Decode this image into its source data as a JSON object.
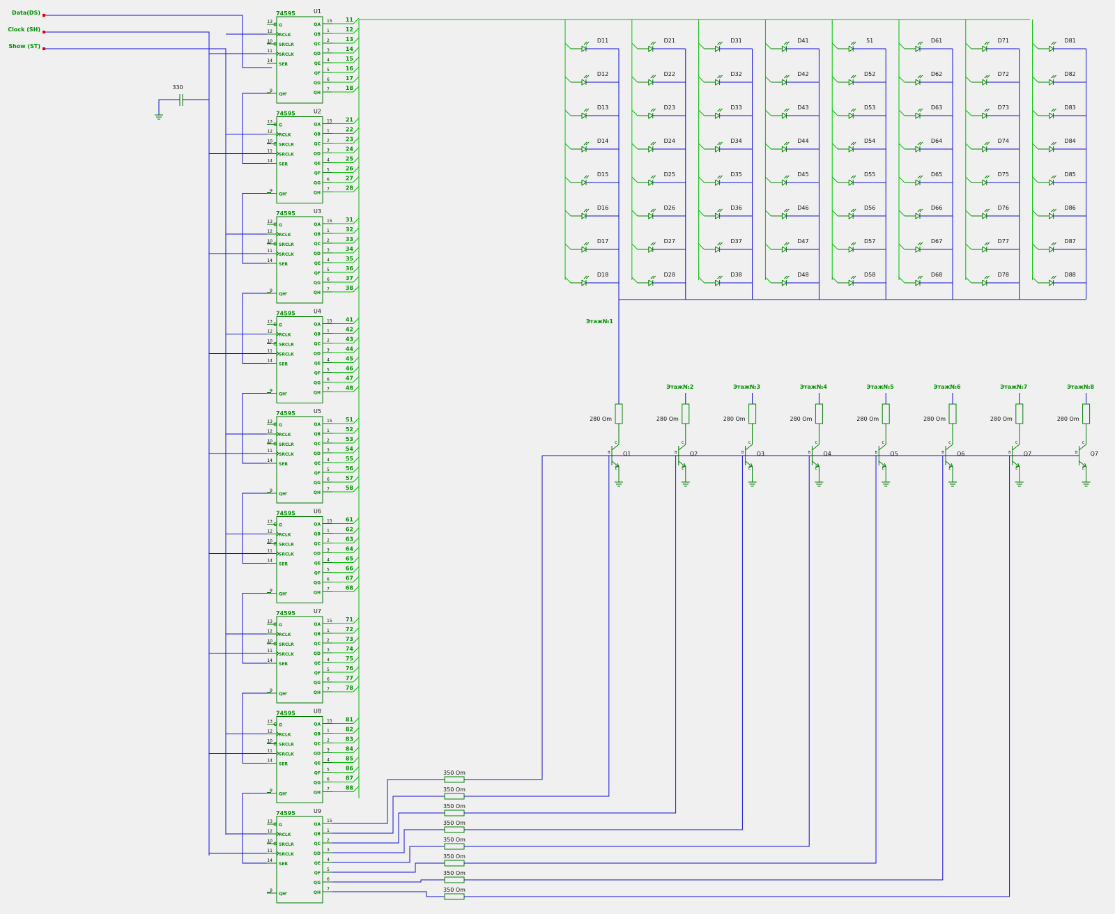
{
  "inputs": [
    {
      "label": "Data(DS)"
    },
    {
      "label": "Clock (SH)"
    },
    {
      "label": "Show (ST)"
    }
  ],
  "capacitor": {
    "label": "330"
  },
  "ic": {
    "part": "74595",
    "refs": [
      "U1",
      "U2",
      "U3",
      "U4",
      "U5",
      "U6",
      "U7",
      "U8",
      "U9"
    ],
    "left_pins": [
      {
        "num": "13",
        "name": "G"
      },
      {
        "num": "12",
        "name": "RCLK"
      },
      {
        "num": "10",
        "name": "SRCLR"
      },
      {
        "num": "11",
        "name": "SRCLK"
      },
      {
        "num": "14",
        "name": "SER"
      },
      {
        "num": "9",
        "name": "QH’"
      }
    ],
    "right_pins": [
      {
        "num": "15",
        "name": "QA"
      },
      {
        "num": "1",
        "name": "QB"
      },
      {
        "num": "2",
        "name": "QC"
      },
      {
        "num": "3",
        "name": "QD"
      },
      {
        "num": "4",
        "name": "QE"
      },
      {
        "num": "5",
        "name": "QF"
      },
      {
        "num": "6",
        "name": "QG"
      },
      {
        "num": "7",
        "name": "QH"
      }
    ],
    "output_nets": [
      [
        "11",
        "12",
        "13",
        "14",
        "15",
        "16",
        "17",
        "18"
      ],
      [
        "21",
        "22",
        "23",
        "24",
        "25",
        "26",
        "27",
        "28"
      ],
      [
        "31",
        "32",
        "33",
        "34",
        "35",
        "36",
        "37",
        "38"
      ],
      [
        "41",
        "42",
        "43",
        "44",
        "45",
        "46",
        "47",
        "48"
      ],
      [
        "51",
        "52",
        "53",
        "54",
        "55",
        "56",
        "57",
        "58"
      ],
      [
        "61",
        "62",
        "63",
        "64",
        "65",
        "66",
        "67",
        "68"
      ],
      [
        "71",
        "72",
        "73",
        "74",
        "75",
        "76",
        "77",
        "78"
      ],
      [
        "81",
        "82",
        "83",
        "84",
        "85",
        "86",
        "87",
        "88"
      ]
    ]
  },
  "led_columns": [
    [
      "D11",
      "D12",
      "D13",
      "D14",
      "D15",
      "D16",
      "D17",
      "D18"
    ],
    [
      "D21",
      "D22",
      "D23",
      "D24",
      "D25",
      "D26",
      "D27",
      "D28"
    ],
    [
      "D31",
      "D32",
      "D33",
      "D34",
      "D35",
      "D36",
      "D37",
      "D38"
    ],
    [
      "D41",
      "D42",
      "D43",
      "D44",
      "D45",
      "D46",
      "D47",
      "D48"
    ],
    [
      "51",
      "D52",
      "D53",
      "D54",
      "D55",
      "D56",
      "D57",
      "D58"
    ],
    [
      "D61",
      "D62",
      "D63",
      "D64",
      "D65",
      "D66",
      "D67",
      "D68"
    ],
    [
      "D71",
      "D72",
      "D73",
      "D74",
      "D75",
      "D76",
      "D77",
      "D78"
    ],
    [
      "D81",
      "D82",
      "D83",
      "D84",
      "D85",
      "D86",
      "D87",
      "D88"
    ]
  ],
  "layers": [
    "Этаж№1",
    "Этаж№2",
    "Этаж№3",
    "Этаж№4",
    "Этаж№5",
    "Этаж№6",
    "Этаж№7",
    "Этаж№8"
  ],
  "collector_resistor": "280 Om",
  "transistors": [
    "Q1",
    "Q2",
    "Q3",
    "Q4",
    "Q5",
    "Q6",
    "Q7",
    "Q7"
  ],
  "transistor_pins": {
    "base": "B",
    "collector": "C",
    "emitter": "E"
  },
  "base_resistor": "350 Om",
  "colors": {
    "green_wire": "#00c000",
    "blue_wire": "#1010d0",
    "component": "#007800",
    "pin_marker": "#e00000",
    "background": "#f0f0f0"
  }
}
